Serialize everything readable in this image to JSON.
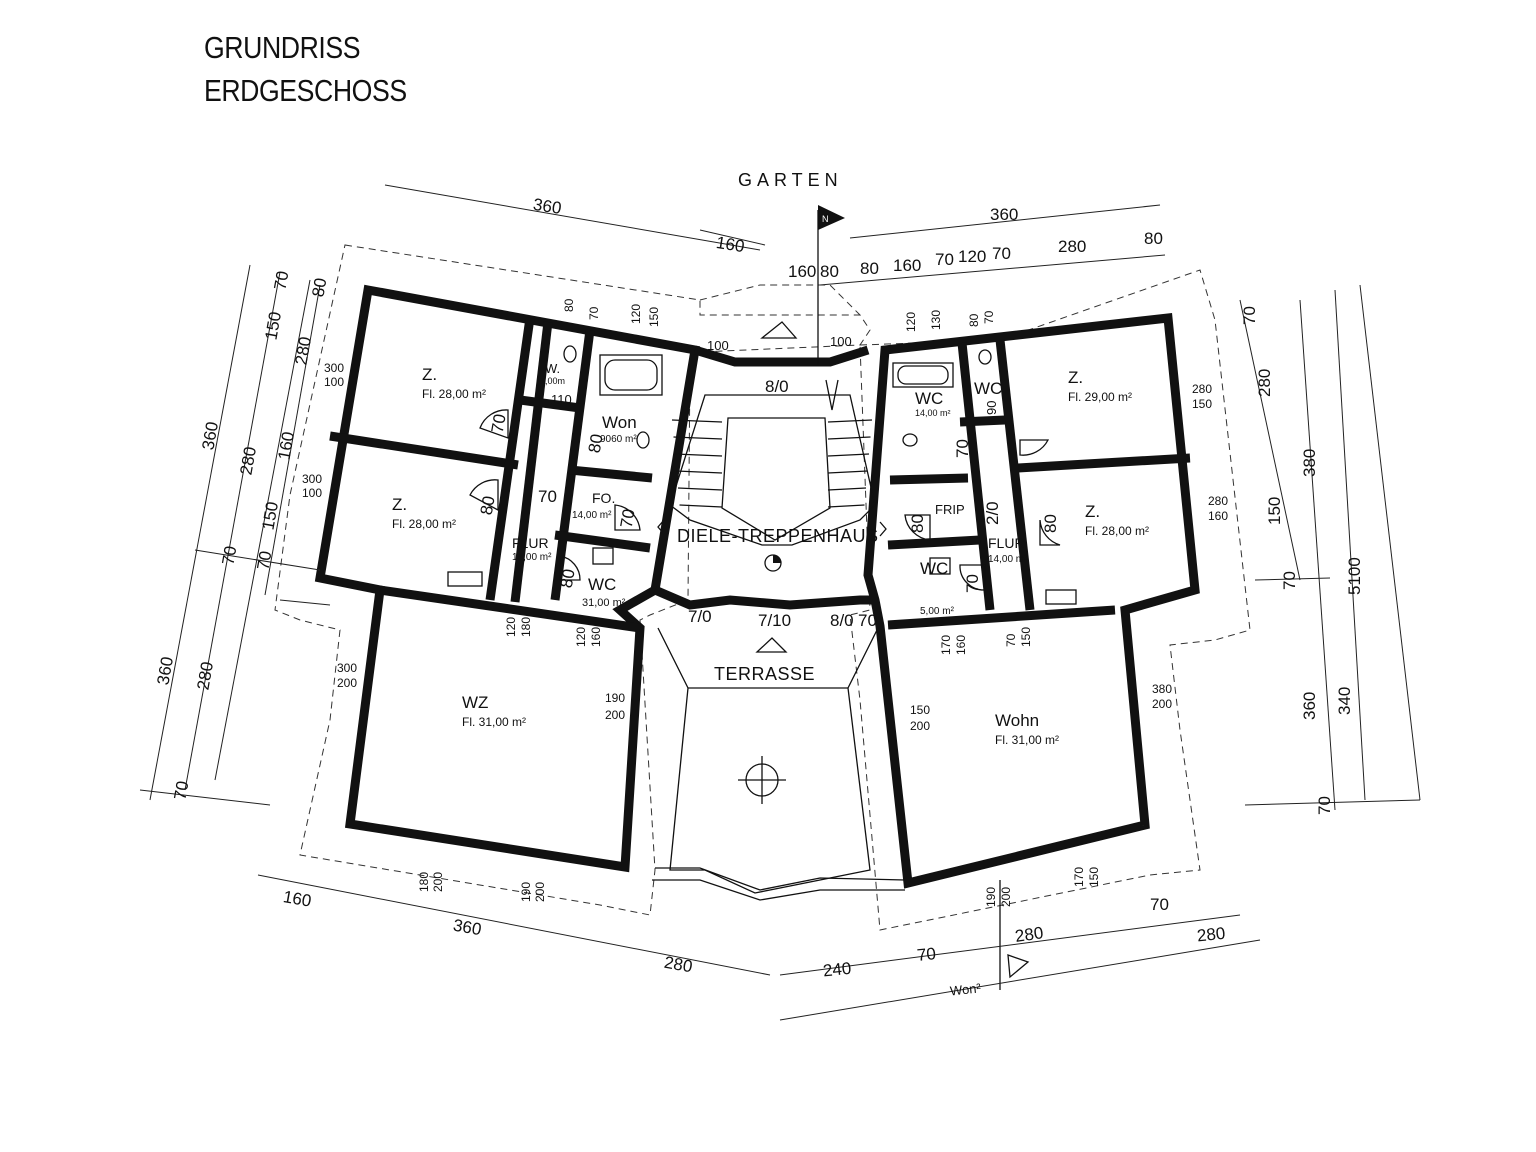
{
  "title": {
    "line1": "GRUNDRISS",
    "line2": "ERDGESCHOSS"
  },
  "labels": {
    "garten": "GARTEN",
    "diele": "DIELE-TREPPENHAUS",
    "terrasse": "TERRASSE",
    "won": "Won²"
  },
  "rooms": {
    "z_tl": {
      "name": "Z.",
      "area": "Fl. 28,00 m²"
    },
    "z_ml": {
      "name": "Z.",
      "area": "Fl. 28,00 m²"
    },
    "z_tr": {
      "name": "Z.",
      "area": "Fl. 29,00 m²"
    },
    "z_mr": {
      "name": "Z.",
      "area": "Fl. 28,00 m²"
    },
    "wz": {
      "name": "WZ",
      "area": "Fl. 31,00 m²"
    },
    "wohn": {
      "name": "Wohn",
      "area": "Fl. 31,00 m²"
    },
    "bath_l": {
      "name": "Won",
      "area": "9060 m²"
    },
    "wc_small_l": {
      "name": "W.",
      "area": "1,00m"
    },
    "fo": {
      "name": "FO.",
      "area": "14,00 m²"
    },
    "flur_l": {
      "name": "FLUR",
      "area": "14,00 m²"
    },
    "wc_l": {
      "name": "WC",
      "area": "31,00 m²"
    },
    "wc_tr1": {
      "name": "WC",
      "area": "14,00 m²"
    },
    "wc_tr2": {
      "name": "WC",
      "area": ""
    },
    "frip": {
      "name": "FRIP",
      "area": ""
    },
    "flur_r": {
      "name": "FLUR",
      "area": "14,00 m²"
    },
    "wc_r": {
      "name": "WC",
      "area": "5,00 m²"
    }
  },
  "dims_large": {
    "top_l_360": "360",
    "top_l_160": "160",
    "top_r_360": "360",
    "top_r_80": "80",
    "top_r_160": "160",
    "top_r_80b": "80",
    "top_r_160b": "160",
    "top_r_70": "70",
    "top_r_120": "120",
    "top_r_70b": "70",
    "top_r_280": "280",
    "top_r_80c": "80",
    "left_360a": "360",
    "left_280a": "280",
    "left_150": "150",
    "left_280b": "280",
    "left_160": "160",
    "left_150b": "150",
    "left_70a": "70",
    "left_70b": "70",
    "left_80a": "80",
    "left_70c": "70",
    "left_360b": "360",
    "left_280c": "280",
    "left_70d": "70",
    "right_70a": "70",
    "right_280": "280",
    "right_380": "380",
    "right_150": "150",
    "right_70b": "70",
    "right_5100": "5100",
    "right_360": "360",
    "right_340": "340",
    "right_70c": "70",
    "bot_160": "160",
    "bot_360": "360",
    "bot_280": "280",
    "bot_240": "240",
    "bot_70": "70",
    "bot_280b": "280",
    "bot_70b": "70",
    "bot_280c": "280",
    "dl_70": "70",
    "dl_80": "80",
    "dl_70b": "70",
    "dl_80b": "80",
    "dl_70c": "70",
    "dl_80c": "80",
    "dl_70d": "70",
    "dl_70e": "70",
    "dl_810": "8/0",
    "dl_710": "7/0",
    "dl_710b": "7/10",
    "dl_80d": "8/0",
    "dl_20": "2/0",
    "dl_80e": "80",
    "dl_70f": "70",
    "dl_80f": "80",
    "dl_100": "100",
    "dl_100b": "100",
    "dl_110": "110",
    "dl_90": "90"
  },
  "dims_small": {
    "l300a": "300",
    "l100a": "100",
    "l300b": "300",
    "l100b": "100",
    "l300c": "300",
    "l200": "200",
    "r280a": "280",
    "r150a": "150",
    "r280b": "280",
    "r160b": "160",
    "r380": "380",
    "r200": "200",
    "w190": "190",
    "w200": "200",
    "w150": "150",
    "w200b": "200",
    "b180": "180",
    "b200": "200",
    "b190": "190",
    "b200b": "200",
    "b190r": "190",
    "b200r": "200",
    "b170": "170",
    "b150": "150",
    "m120": "120",
    "m180": "180",
    "m120b": "120",
    "m160": "160",
    "m170": "170",
    "m160b": "160",
    "m70": "70",
    "m150": "150",
    "t80": "80",
    "t70": "70",
    "t120": "120",
    "t150": "150",
    "t120b": "120",
    "t130": "130",
    "t80b": "80",
    "t70b": "70"
  }
}
